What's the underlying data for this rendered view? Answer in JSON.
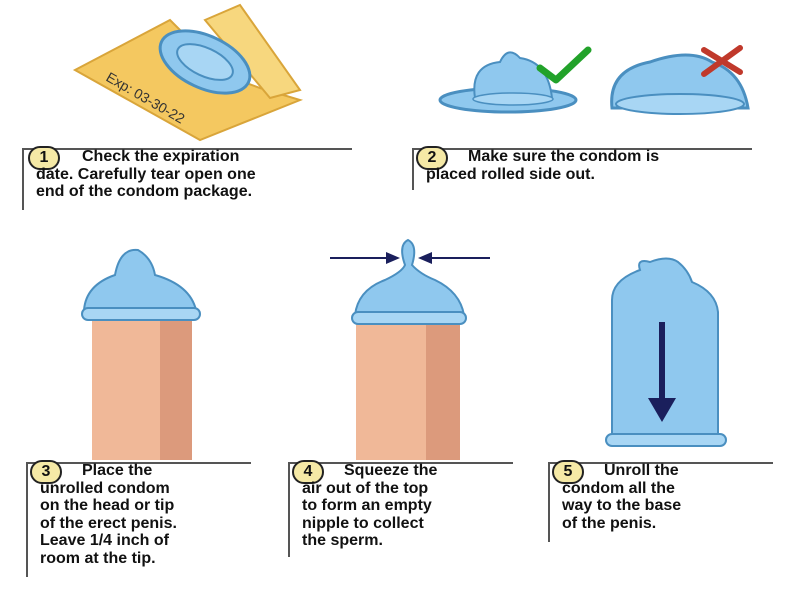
{
  "package": {
    "expiration_label": "Exp: 03-30-22"
  },
  "colors": {
    "condom_fill": "#8fc8ee",
    "condom_stroke": "#4a8fc0",
    "skin": "#f0b898",
    "skin_shade": "#dc9a7c",
    "package": "#f4c860",
    "check": "#22a22a",
    "cross": "#c0392b",
    "arrow": "#1a1f5c",
    "badge": "#f5e9a6"
  },
  "icons": {
    "correct": "check-icon",
    "incorrect": "cross-icon"
  },
  "steps": [
    {
      "number": "1",
      "text": "Check the expiration\ndate. Carefully tear open one\nend of the condom package."
    },
    {
      "number": "2",
      "text": "Make sure the condom is\nplaced rolled side out."
    },
    {
      "number": "3",
      "text": "Place the\nunrolled condom\non the head or tip\nof the erect penis.\nLeave 1/4 inch of\nroom at the tip."
    },
    {
      "number": "4",
      "text": "Squeeze the\nair out of the top\nto form an empty\nnipple to collect\nthe sperm."
    },
    {
      "number": "5",
      "text": "Unroll the\ncondom all the\nway to the base\nof the penis."
    }
  ]
}
